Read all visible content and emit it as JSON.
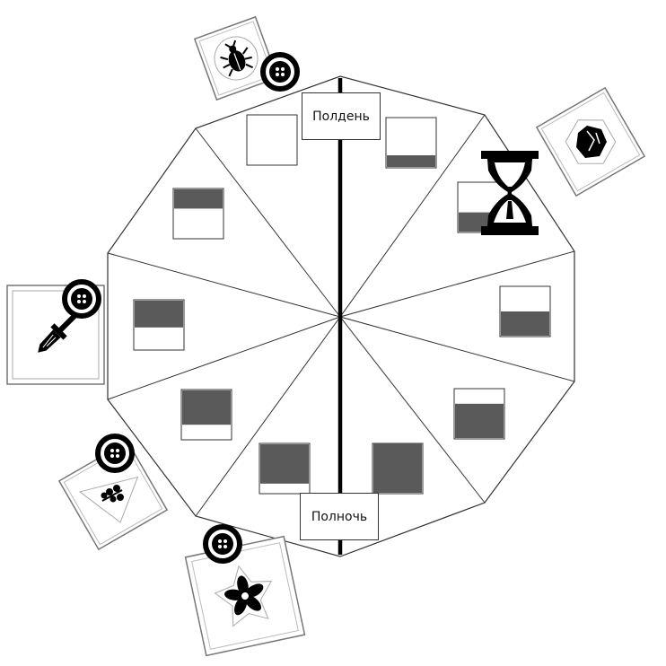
{
  "clock": {
    "noon_label": "Полдень",
    "midnight_label": "Полночь"
  },
  "sectors": [
    {
      "id": "noon-left",
      "level": 0.0
    },
    {
      "id": "noon-right",
      "level": 0.25
    },
    {
      "id": "right-1",
      "level": 0.4
    },
    {
      "id": "right-2",
      "level": 0.5
    },
    {
      "id": "right-3",
      "level": 0.7
    },
    {
      "id": "midnight-right",
      "level": 1.0
    },
    {
      "id": "midnight-left",
      "level": 0.8
    },
    {
      "id": "left-3",
      "level": 0.7
    },
    {
      "id": "left-2",
      "level": 0.55
    },
    {
      "id": "left-1",
      "level": 0.4
    }
  ],
  "tokens": [
    {
      "id": "beetle-card",
      "icon": "beetle-icon",
      "has_pawn": true
    },
    {
      "id": "gem-card",
      "icon": "gem-icon",
      "has_pawn": false
    },
    {
      "id": "dagger-card",
      "icon": "dagger-icon",
      "has_pawn": true
    },
    {
      "id": "herb-card",
      "icon": "herb-icon",
      "has_pawn": true
    },
    {
      "id": "flower-card",
      "icon": "flower-icon",
      "has_pawn": true
    }
  ],
  "marker": {
    "icon": "hourglass-icon"
  },
  "colors": {
    "fill": "#5a5a5a",
    "stroke": "#333333",
    "background": "#ffffff"
  }
}
